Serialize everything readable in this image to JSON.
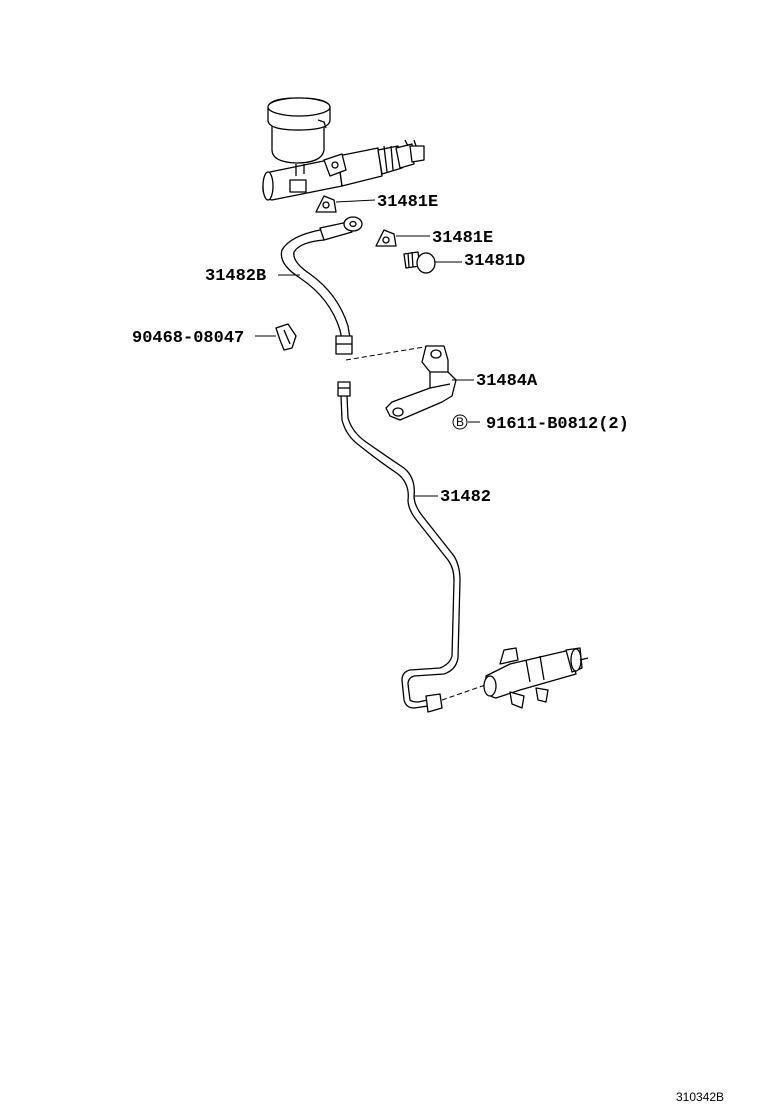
{
  "parts": {
    "cyl_bracket_upper_label": "31481E",
    "cyl_bracket_lower_label": "31481E",
    "union_bolt_label": "31481D",
    "flexible_hose_label": "31482B",
    "clip_label": "90468-08047",
    "bracket_label": "31484A",
    "bolt_label": "91611-B0812(2)",
    "bolt_marker": "B",
    "tube_label": "31482"
  },
  "figure_number": "310342B"
}
